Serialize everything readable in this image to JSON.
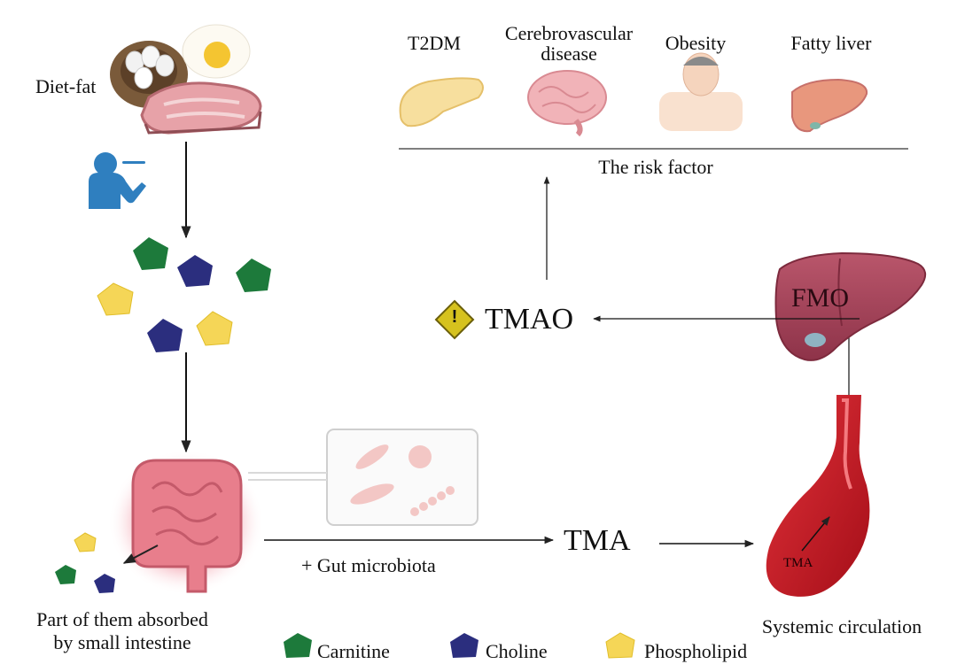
{
  "diet": {
    "label": "Diet-fat"
  },
  "risk": {
    "diseases": [
      "T2DM",
      "Cerebrovascular\ndisease",
      "Obesity",
      "Fatty liver"
    ],
    "caption": "The risk factor"
  },
  "pathway": {
    "tmao": "TMAO",
    "fmo": "FMO",
    "tma": "TMA",
    "tma_small": "TMA",
    "gut_microbiota": "+ Gut microbiota",
    "circulation": "Systemic circulation",
    "absorbed": "Part of them absorbed\nby small intestine",
    "warning_symbol": "!"
  },
  "legend": [
    {
      "label": "Carnitine",
      "color": "#1d7a3b",
      "icon": "pentagon-icon"
    },
    {
      "label": "Choline",
      "color": "#2b2e7e",
      "icon": "pentagon-icon"
    },
    {
      "label": "Phospholipid",
      "color": "#f5d657",
      "icon": "pentagon-icon"
    }
  ],
  "colors": {
    "carnitine": "#1d7a3b",
    "choline": "#2b2e7e",
    "phospholipid": "#f5d657",
    "liver": "#a8475d",
    "vessel": "#c4141f",
    "intestine": "#e87e8c",
    "warning": "#d6c21e",
    "person": "#2f7fbf"
  }
}
